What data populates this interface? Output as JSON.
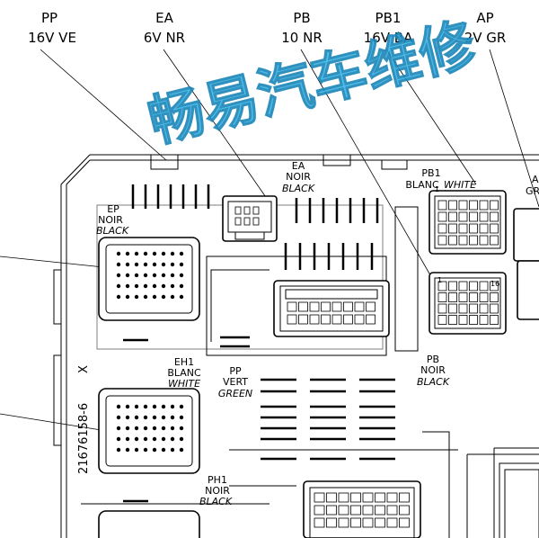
{
  "watermark": "畅易汽车维修",
  "top_labels": [
    {
      "code": "PP",
      "spec": "16V VE"
    },
    {
      "code": "EA",
      "spec": "6V NR"
    },
    {
      "code": "PB",
      "spec": "10 NR"
    },
    {
      "code": "PB1",
      "spec": "16V BA"
    },
    {
      "code": "AP",
      "spec": "2V GR"
    }
  ],
  "connectors": {
    "ea": {
      "code": "EA",
      "fr": "NOIR",
      "en": "BLACK"
    },
    "pb1": {
      "code": "PB1",
      "fr": "BLANC",
      "en": "WHITE"
    },
    "ep": {
      "code": "EP",
      "fr": "NOIR",
      "en": "BLACK"
    },
    "eh1": {
      "code": "EH1",
      "fr": "BLANC",
      "en": "WHITE"
    },
    "pp": {
      "code": "PP",
      "fr": "VERT",
      "en": "GREEN"
    },
    "pb": {
      "code": "PB",
      "fr": "NOIR",
      "en": "BLACK"
    },
    "ph1": {
      "code": "PH1",
      "fr": "NOIR",
      "en": "BLACK"
    },
    "ap_partial": {
      "code": "A",
      "fr": "GR"
    }
  },
  "part_number": "21676158-6",
  "part_suffix": "X",
  "pin_numbers": {
    "pb1_tl": "1",
    "pb_tl": "1",
    "pb_tr": "16"
  },
  "colors": {
    "line": "#000000",
    "watermark": "#39b6e8"
  }
}
